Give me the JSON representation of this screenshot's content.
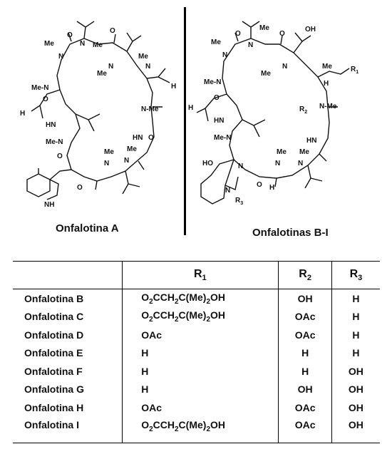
{
  "structures": {
    "left_caption": "Onfalotina A",
    "right_caption": "Onfalotinas B-I"
  },
  "atoms": {
    "O": "O",
    "N": "N",
    "Me": "Me",
    "H": "H",
    "HN": "HN",
    "NH": "NH",
    "N_Me": "N-Me",
    "Me_N": "Me-N",
    "OH": "OH",
    "HO": "HO",
    "R1": "R1",
    "R2": "R2",
    "R3": "R3"
  },
  "table": {
    "headers": [
      "",
      "R1",
      "R2",
      "R3"
    ],
    "rows": [
      {
        "name": "Onfalotina B",
        "r1": "O2CCH2C(Me)2OH",
        "r2": "OH",
        "r3": "H"
      },
      {
        "name": "Onfalotina C",
        "r1": "O2CCH2C(Me)2OH",
        "r2": "OAc",
        "r3": "H"
      },
      {
        "name": "Onfalotina D",
        "r1": "OAc",
        "r2": "OAc",
        "r3": "H"
      },
      {
        "name": "Onfalotina E",
        "r1": "H",
        "r2": "H",
        "r3": "H"
      },
      {
        "name": "Onfalotina F",
        "r1": "H",
        "r2": "H",
        "r3": "OH"
      },
      {
        "name": "Onfalotina G",
        "r1": "H",
        "r2": "OH",
        "r3": "OH"
      },
      {
        "name": "Onfalotina H",
        "r1": "OAc",
        "r2": "OAc",
        "r3": "OH"
      },
      {
        "name": "Onfalotina I",
        "r1": "O2CCH2C(Me)2OH",
        "r2": "OAc",
        "r3": "OH"
      }
    ]
  }
}
